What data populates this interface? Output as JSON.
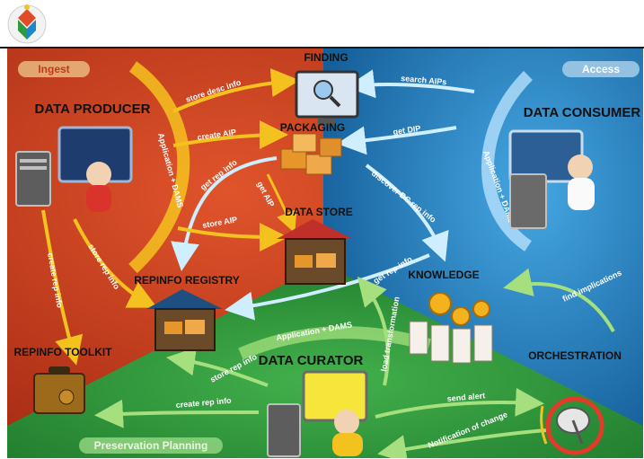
{
  "regions": {
    "ingest": "Ingest",
    "access": "Access",
    "preservation_planning": "Preservation Planning"
  },
  "nodes": {
    "data_producer": "DATA PRODUCER",
    "finding": "FINDING",
    "packaging": "PACKAGING",
    "data_store": "DATA STORE",
    "data_consumer": "DATA CONSUMER",
    "repinfo_registry": "REPINFO REGISTRY",
    "knowledge": "KNOWLEDGE",
    "repinfo_toolkit": "REPINFO TOOLKIT",
    "data_curator": "DATA CURATOR",
    "orchestration": "ORCHESTRATION"
  },
  "arrows": {
    "store_desc_info": "store desc info",
    "search_aips": "search AIPs",
    "create_aip": "create AIP",
    "get_dip": "get DIP",
    "get_rep_info_producer": "get rep info",
    "get_aip": "get AIP",
    "discover_dc_rep_info": "discover DC rep info",
    "store_aip": "store AIP",
    "application_dams_ingest": "Application + DAMS",
    "application_dams_access": "Application + DAMS",
    "application_dams_curator": "Application + DAMS",
    "store_rep_info_producer": "store rep info",
    "create_rep_info_producer": "create rep info",
    "get_rep_info_knowledge": "get rep info",
    "find_implications": "find implications",
    "load_transformation": "load transformation",
    "store_rep_info_curator": "store rep info",
    "create_rep_info_curator": "create rep info",
    "send_alert": "send alert",
    "notification_of_change": "Notification of change"
  },
  "colors": {
    "ingest": "#c0391b",
    "access": "#1f86c8",
    "preservation": "#2f9a3a",
    "yellow_arrow": "#f4c21f",
    "blue_arrow": "#bfe6ff",
    "green_arrow": "#a6e07e"
  }
}
